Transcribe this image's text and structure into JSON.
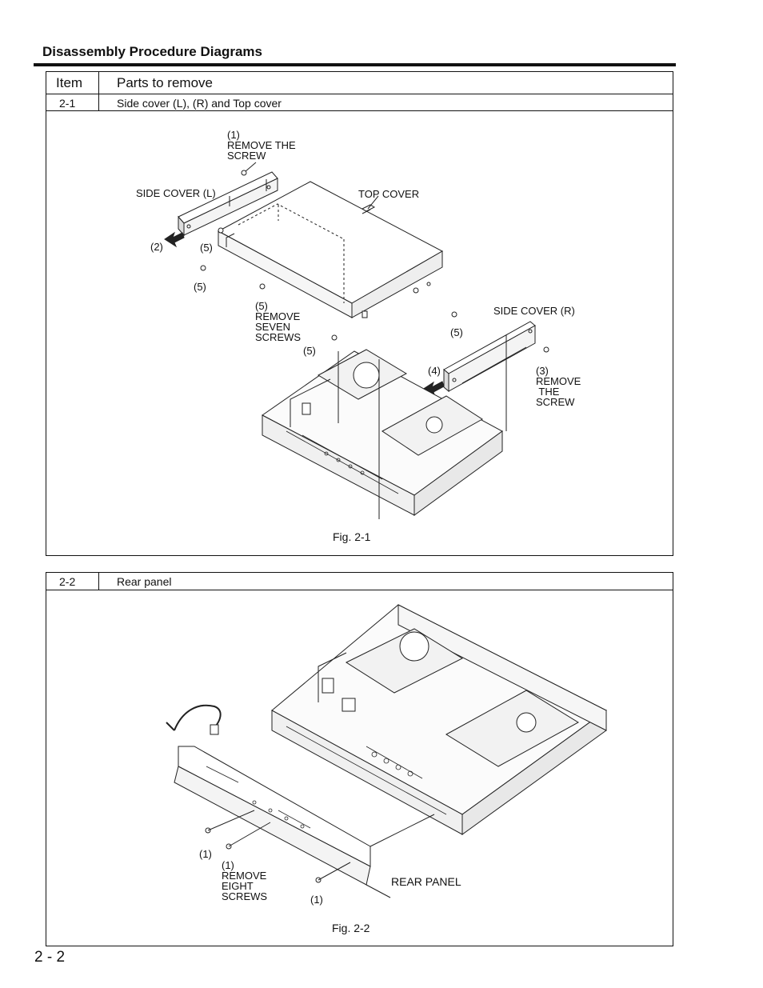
{
  "page": {
    "section_title": "Disassembly Procedure Diagrams",
    "page_number": "2 - 2"
  },
  "table": {
    "headers": {
      "item": "Item",
      "parts": "Parts to remove"
    },
    "rows": [
      {
        "item": "2-1",
        "parts": "Side cover (L), (R) and Top cover"
      },
      {
        "item": "2-2",
        "parts": "Rear panel"
      }
    ]
  },
  "fig1": {
    "caption": "Fig. 2-1",
    "labels": {
      "remove_screw_1": "(1)\nREMOVE THE\nSCREW",
      "side_cover_l": "SIDE COVER (L)",
      "top_cover": "TOP COVER",
      "step2": "(2)",
      "step5a": "(5)",
      "step5b": "(5)",
      "remove_seven": "(5)\nREMOVE\nSEVEN\nSCREWS",
      "step5c": "(5)",
      "step5d": "(5)",
      "side_cover_r": "SIDE COVER (R)",
      "step4": "(4)",
      "remove_screw_3": "(3)\nREMOVE\n THE\nSCREW"
    }
  },
  "fig2": {
    "caption": "Fig. 2-2",
    "labels": {
      "step1a": "(1)",
      "remove_eight": "(1)\nREMOVE\nEIGHT\nSCREWS",
      "step1b": "(1)",
      "rear_panel": "REAR PANEL"
    }
  }
}
